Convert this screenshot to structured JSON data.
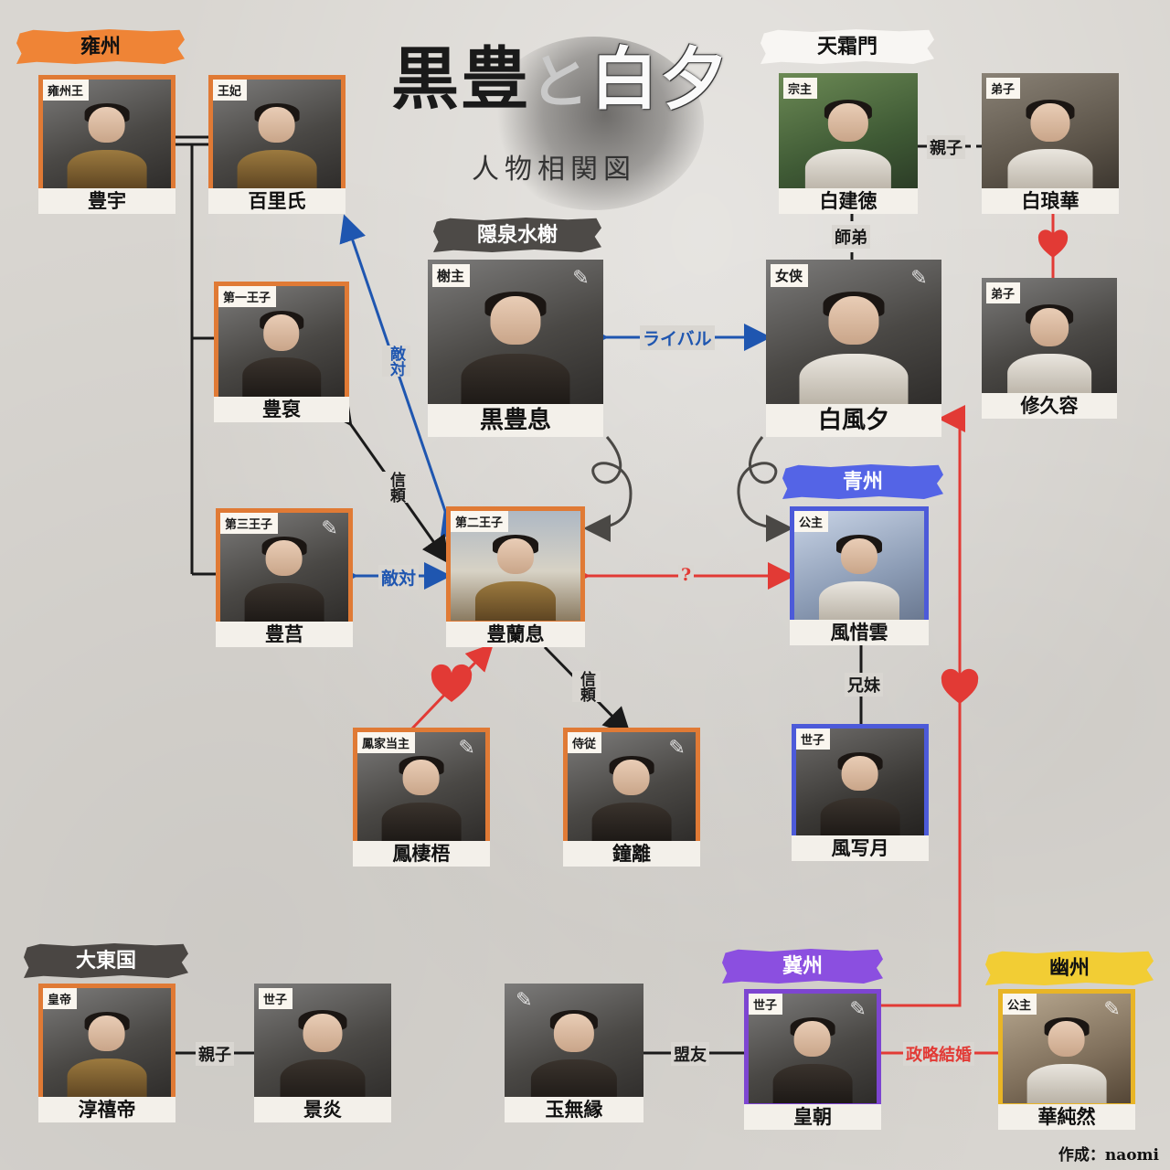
{
  "title": {
    "main_a": "黒豊",
    "main_to": "と",
    "main_b": "白夕",
    "subtitle": "人物相関図"
  },
  "groups": {
    "yongzhou": "雍州",
    "tianshuangmen": "天霜門",
    "yinquan": "隠泉水榭",
    "qingzhou": "青州",
    "dadong": "大東国",
    "jizhou": "冀州",
    "youzhou": "幽州"
  },
  "characters": {
    "fengyu": {
      "role": "雍州王",
      "name": "豊宇"
    },
    "baili": {
      "role": "王妃",
      "name": "百里氏"
    },
    "fengqiu": {
      "role": "第一王子",
      "name": "豊裒"
    },
    "fengju": {
      "role": "第三王子",
      "name": "豊莒"
    },
    "heifengxi": {
      "role": "榭主",
      "name": "黒豊息"
    },
    "fenglanxi": {
      "role": "第二王子",
      "name": "豊蘭息"
    },
    "baijiande": {
      "role": "宗主",
      "name": "白建徳"
    },
    "bailanghua": {
      "role": "弟子",
      "name": "白琅華"
    },
    "xiujiurong": {
      "role": "弟子",
      "name": "修久容"
    },
    "baifengxi": {
      "role": "女侠",
      "name": "白風夕"
    },
    "fengxiyun": {
      "role": "公主",
      "name": "風惜雲"
    },
    "fengyuyue": {
      "role": "世子",
      "name": "風写月"
    },
    "fengqiwu": {
      "role": "鳳家当主",
      "name": "鳳棲梧"
    },
    "zhongli": {
      "role": "侍従",
      "name": "鐘離"
    },
    "chunxi": {
      "role": "皇帝",
      "name": "淳禧帝"
    },
    "jingyan": {
      "role": "世子",
      "name": "景炎"
    },
    "yuwuyuan": {
      "name": "玉無縁"
    },
    "huangchao": {
      "role": "世子",
      "name": "皇朝"
    },
    "huachunran": {
      "role": "公主",
      "name": "華純然"
    }
  },
  "relations": {
    "oyako1": "親子",
    "shitei": "師弟",
    "rival": "ライバル",
    "tekitai_v": "敵対",
    "shinrai1": "信頼",
    "tekitai_h": "敵対",
    "question": "?",
    "shinrai2": "信頼",
    "kyomai": "兄妹",
    "oyako2": "親子",
    "meiyu": "盟友",
    "seiryaku": "政略結婚",
    "heart": "♥"
  },
  "credit": "作成：naomi",
  "colors": {
    "orange": "#ef8436",
    "blue": "#1f56b0",
    "red": "#e23a35",
    "purple": "#8b4fe0",
    "yellow": "#f2cd34"
  }
}
